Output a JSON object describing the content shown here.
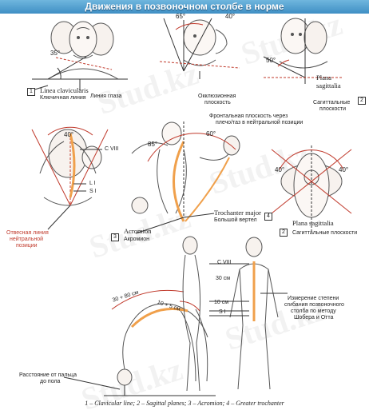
{
  "title": "Движения в позвоночном столбе в норме",
  "watermark": "Stud.kz",
  "top_row": {
    "left": {
      "angle": "35°",
      "box": "1",
      "label_lat": "Linea clavicularis",
      "label_ru": "Ключичная линия",
      "label_eyes": "Линия глаза"
    },
    "middle": {
      "angle_a": "65°",
      "angle_b": "40°",
      "label_ru_1": "Окклюзионная",
      "label_ru_2": "плоскость"
    },
    "right": {
      "angle": "50°",
      "box": "2",
      "label_lat": "Plana",
      "label_lat_2": "sagittalia",
      "label_ru_1": "Сагиттальные",
      "label_ru_2": "плоскости"
    }
  },
  "middle_row": {
    "left": {
      "angle": "40°",
      "level_c": "C VIII",
      "level_l": "L I",
      "level_s": "S I",
      "label_ru_1": "Отвесная линия",
      "label_ru_2": "нейтральной",
      "label_ru_3": "позиции"
    },
    "center": {
      "angle_a": "85°",
      "angle_b": "60°",
      "frontal_1": "Фронтальная плоскость через",
      "frontal_2": "плечо/таз в нейтральной позиции",
      "box_acromion": "3",
      "acromion_lat": "Acromion",
      "acromion_ru": "Акромион",
      "box_trochanter": "4",
      "trochanter_lat": "Trochanter major",
      "trochanter_ru": "Большой вертел"
    },
    "right": {
      "angle_a": "40°",
      "angle_b": "40°",
      "box": "2",
      "label_lat": "Plana sagittalia",
      "label_ru": "Сагиттальные плоскости"
    }
  },
  "bottom_row": {
    "bend": {
      "measure_a": "30 + 80 см",
      "measure_b": "10 + 5 см",
      "label_ru_1": "Расстояние от пальца",
      "label_ru_2": "до пола"
    },
    "standing": {
      "level_c": "C VIII",
      "measure_a": "30 см",
      "measure_b": "10 см",
      "level_s": "S I",
      "label_ru_1": "Измерение степени",
      "label_ru_2": "сгибания позвоночного",
      "label_ru_3": "столба по методу",
      "label_ru_4": "Шобера и Отта"
    }
  },
  "caption": "1 – Clavicular line; 2 – Sagittal planes; 3 – Acromion; 4 – Greater trochanter",
  "colors": {
    "banner": "#4f9fd1",
    "accent_red": "#c0392b",
    "accent_orange": "#f0a04b",
    "skin_outline": "#555555"
  }
}
